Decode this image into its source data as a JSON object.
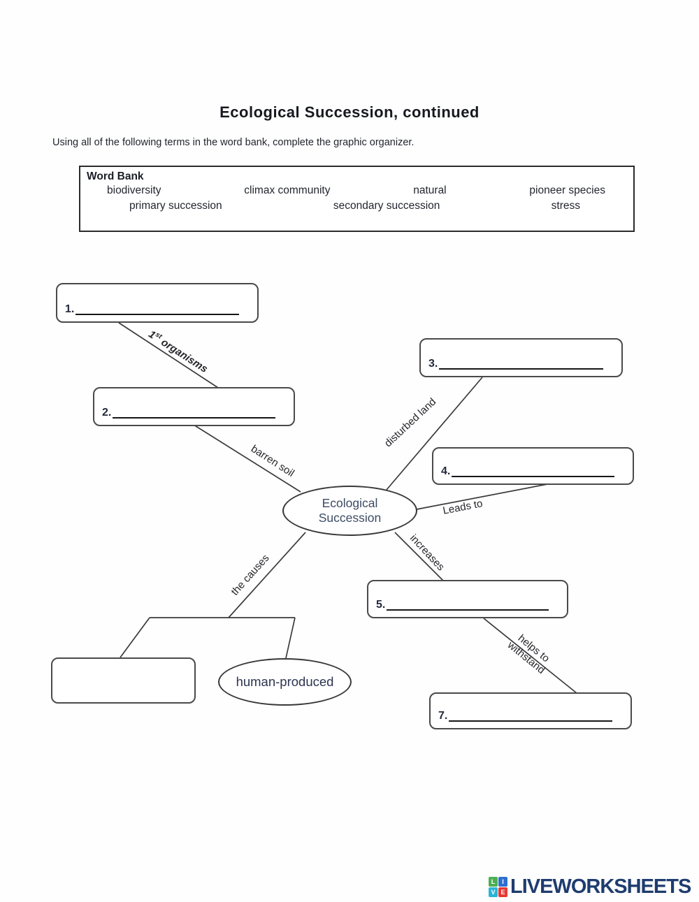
{
  "page": {
    "title": "Ecological Succession, continued",
    "instruction": "Using all of the following terms in the word bank, complete the graphic organizer."
  },
  "word_bank": {
    "heading": "Word Bank",
    "row1": [
      "biodiversity",
      "climax community",
      "natural",
      "pioneer species"
    ],
    "row2": [
      "primary succession",
      "secondary succession",
      "stress"
    ]
  },
  "diagram": {
    "center_line1": "Ecological",
    "center_line2": "Succession",
    "blanks": {
      "b1": "1.",
      "b2": "2.",
      "b3": "3.",
      "b4": "4.",
      "b5": "5.",
      "b7": "7."
    },
    "edges": {
      "first_organisms_num": "1",
      "first_organisms_sup": "st",
      "first_organisms_rest": " organisms",
      "barren_soil": "barren soil",
      "disturbed_land": "disturbed land",
      "leads_to": "Leads to",
      "increases": "increases",
      "helps_to_withstand": "helps to\nwithstand",
      "the_causes": "the causes"
    },
    "human_produced": "human-produced"
  },
  "footer": {
    "brand": "LIVEWORKSHEETS",
    "brand_color": "#1e3c6e",
    "logo_letters": [
      "L",
      "I",
      "V",
      "E"
    ],
    "logo_colors": [
      "#4caf50",
      "#2e6fd0",
      "#29b5d8",
      "#e53935"
    ]
  }
}
